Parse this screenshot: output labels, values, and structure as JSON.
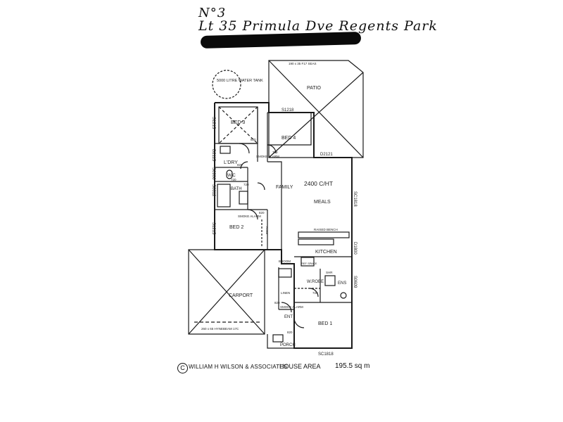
{
  "header": {
    "handwritten_number": "N°3",
    "handwritten_address": "Lt 35 Primula Dve Regents Park"
  },
  "rooms": {
    "patio": "PATIO",
    "bed3": "BED 3",
    "bed4": "BED 4",
    "bed2": "BED 2",
    "bed1": "BED 1",
    "ldry": "L'DRY",
    "wc": "W/C",
    "bath": "BATH",
    "family": "FAMILY",
    "meals": "MEALS",
    "kitchen": "KITCHEN",
    "carport": "CARPORT",
    "wrobe": "W.ROBE",
    "ens": "ENS",
    "ent": "ENT",
    "porch": "PORCH",
    "linen": "LINEN",
    "broom": "BROOM",
    "shr": "SHR",
    "ref_space": "REF SPACE"
  },
  "notes": {
    "water_tank": "5000 LITRE WATER TANK",
    "ceiling_height": "2400 C/HT",
    "raised_bench": "RAISED BENCH",
    "smoke_alarm": "SMOKE ALARM",
    "hyne_beam": "260 x 65 HYNEBEAM 17C",
    "patio_beam": "190 x 35 F17 SEAS",
    "robe": "ROBE"
  },
  "window_codes": {
    "s1218_top": "S1218",
    "s1215_left": "S1215",
    "d2121": "D2121",
    "d2115": "D2115",
    "s0906": "S0906",
    "s0612": "S0612",
    "s1215_lower": "S1215",
    "sc1818_right": "SC1818",
    "d1800": "D1800",
    "s0609": "S0609",
    "sc1818_bottom": "SC1818"
  },
  "door_sizes": {
    "d820_a": "820",
    "d820_b": "820",
    "d770": "770",
    "d720_a": "720",
    "d720_b": "720",
    "d820_c": "820",
    "d820_d": "820",
    "d820_e": "820",
    "d720_c": "720"
  },
  "footer": {
    "copyright_symbol": "C",
    "company": "WILLIAM H WILSON & ASSOCIATES",
    "area_label": "HOUSE AREA",
    "area_value": "195.5 sq m"
  },
  "colors": {
    "line": "#1a1a1a",
    "redaction": "#0a0a0a",
    "paper": "#ffffff"
  }
}
